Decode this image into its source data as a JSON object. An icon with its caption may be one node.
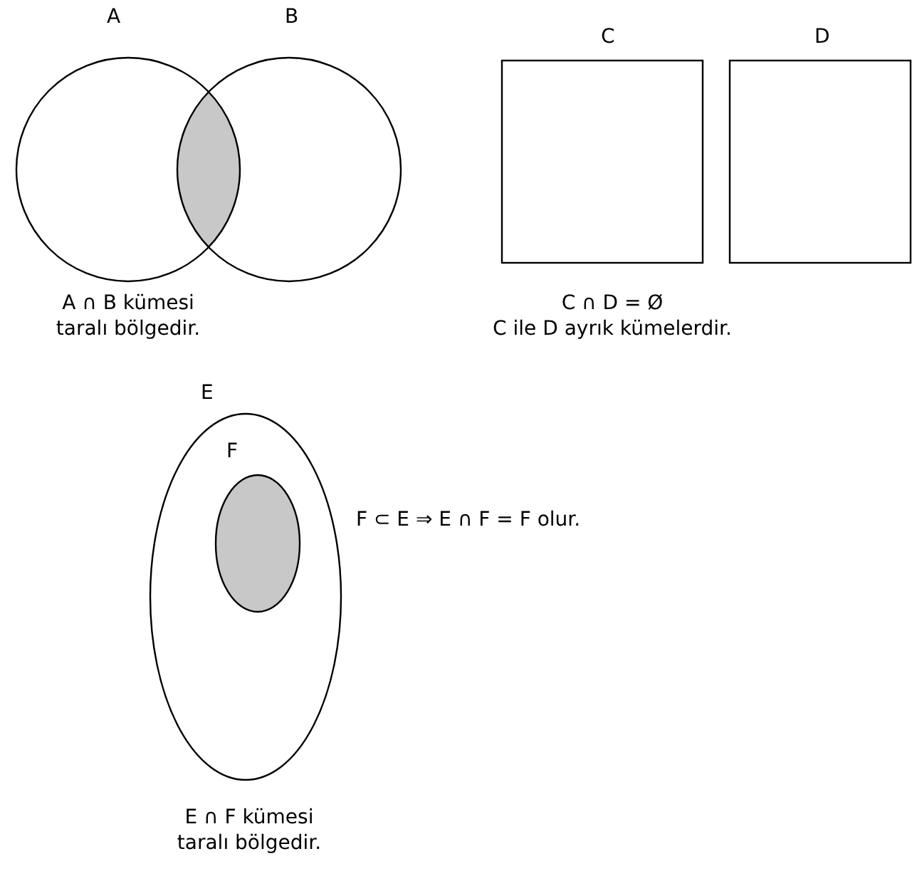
{
  "diagram": {
    "nodes": [
      {
        "text": [
          "A"
        ]
      },
      {
        "text": [
          "B"
        ]
      },
      {
        "text": [
          "C"
        ]
      },
      {
        "text": [
          "D"
        ]
      },
      {
        "text": [
          "E"
        ]
      },
      {
        "text": [
          "F"
        ],
        "in": 4
      },
      {
        "text": [],
        "shape": "lens"
      }
    ],
    "labels": [
      "A ∩ B kümesi taralı bölgedir.",
      "C ∩ D = Ø",
      "C ile D ayrık kümelerdir.",
      "F ⊂ E ⇒ E ∩ F = F olur.",
      "E ∩ F kümesi taralı bölgedir."
    ]
  }
}
